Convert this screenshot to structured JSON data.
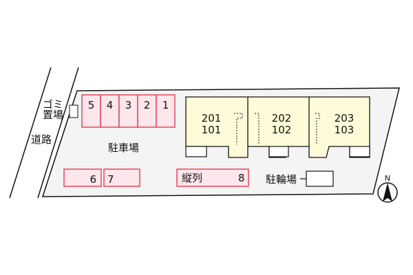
{
  "labels": {
    "road": "道路",
    "garbage_line1": "ゴミ",
    "garbage_line2": "置場",
    "parking": "駐車場",
    "bicycle_parking": "駐輪場",
    "compass_north": "N",
    "tandem": "縦列"
  },
  "parking_top": [
    "5",
    "4",
    "3",
    "2",
    "1"
  ],
  "parking_left": [
    "6",
    "7"
  ],
  "tandem_number": "8",
  "units": [
    {
      "upper": "201",
      "lower": "101"
    },
    {
      "upper": "202",
      "lower": "102"
    },
    {
      "upper": "203",
      "lower": "103"
    }
  ],
  "colors": {
    "lot_fill": "#f4f4f4",
    "building_fill": "#fefcd8",
    "parking_stroke": "#e8445a",
    "parking_fill": "#fde6ec"
  }
}
